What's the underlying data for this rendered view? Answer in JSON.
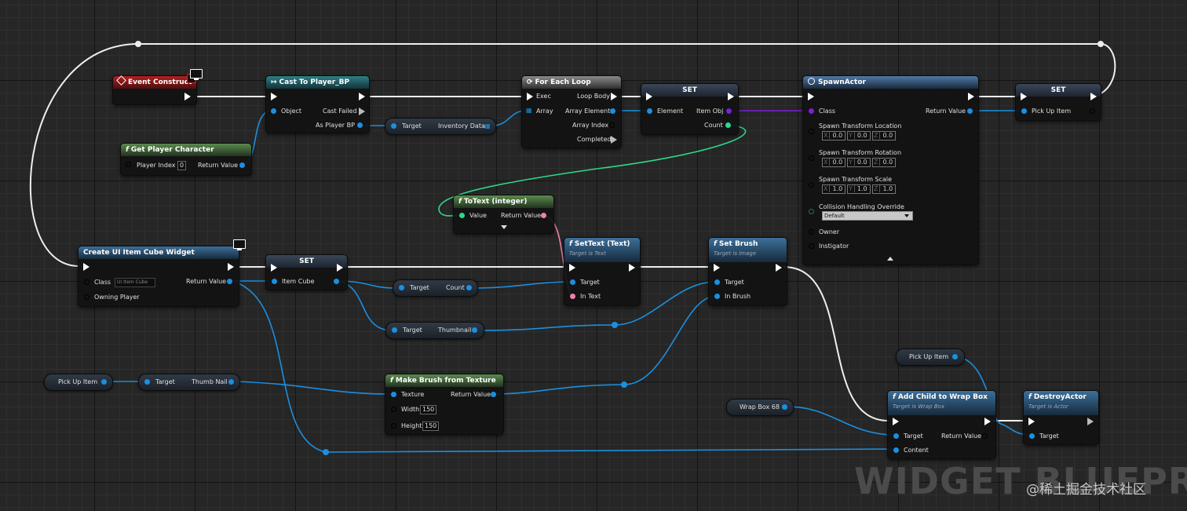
{
  "nodes": {
    "event_construct": {
      "title": "Event Construct"
    },
    "cast_to_player": {
      "title": "Cast To Player_BP",
      "object": "Object",
      "cast_failed": "Cast Failed",
      "as_player": "As Player BP"
    },
    "get_player_character": {
      "title": "Get Player Character",
      "player_index": "Player Index",
      "player_index_value": "0",
      "return_value": "Return Value"
    },
    "get_inventory": {
      "target": "Target",
      "output": "Inventory Data"
    },
    "for_each_loop": {
      "title": "For Each Loop",
      "exec": "Exec",
      "loop_body": "Loop Body",
      "array": "Array",
      "array_element": "Array Element",
      "array_index": "Array Index",
      "completed": "Completed"
    },
    "set_item_obj": {
      "title": "SET",
      "element": "Element",
      "item_obj": "Item Obj",
      "count": "Count"
    },
    "spawn_actor": {
      "title": "SpawnActor",
      "class": "Class",
      "return_value": "Return Value",
      "location": {
        "label": "Spawn Transform Location",
        "x": "0.0",
        "y": "0.0",
        "z": "0.0"
      },
      "rotation": {
        "label": "Spawn Transform Rotation",
        "x": "0.0",
        "y": "0.0",
        "z": "0.0"
      },
      "scale": {
        "label": "Spawn Transform Scale",
        "x": "1.0",
        "y": "1.0",
        "z": "1.0"
      },
      "collision": {
        "label": "Collision Handling Override",
        "value": "Default"
      },
      "owner": "Owner",
      "instigator": "Instigator"
    },
    "set_pickup": {
      "title": "SET",
      "pin": "Pick Up Item"
    },
    "to_text": {
      "title": "ToText (integer)",
      "value": "Value",
      "return_value": "Return Value"
    },
    "create_widget": {
      "title": "Create UI Item Cube Widget",
      "class": "Class",
      "class_value": "UI Item Cube",
      "return_value": "Return Value",
      "owning_player": "Owning Player"
    },
    "set_item_cube": {
      "title": "SET",
      "pin": "Item Cube"
    },
    "get_count": {
      "target": "Target",
      "output": "Count"
    },
    "set_text": {
      "title": "SetText (Text)",
      "subtitle": "Target is Text",
      "target": "Target",
      "in_text": "In Text"
    },
    "set_brush": {
      "title": "Set Brush",
      "subtitle": "Target is Image",
      "target": "Target",
      "in_brush": "In Brush"
    },
    "get_thumbnail": {
      "target": "Target",
      "output": "Thumbnail"
    },
    "pickup_var_1": {
      "label": "Pick Up Item"
    },
    "get_thumb_nail": {
      "target": "Target",
      "output": "Thumb Nail"
    },
    "make_brush": {
      "title": "Make Brush from Texture",
      "texture": "Texture",
      "return_value": "Return Value",
      "width": "Width",
      "width_value": "150",
      "height": "Height",
      "height_value": "150"
    },
    "pickup_var_2": {
      "label": "Pick Up Item"
    },
    "wrap_box_var": {
      "label": "Wrap Box 68"
    },
    "add_child": {
      "title": "Add Child to Wrap Box",
      "subtitle": "Target is Wrap Box",
      "target": "Target",
      "return_value": "Return Value",
      "content": "Content"
    },
    "destroy_actor": {
      "title": "DestroyActor",
      "subtitle": "Target is Actor",
      "target": "Target"
    }
  },
  "axes": {
    "x": "X",
    "y": "Y",
    "z": "Z"
  },
  "watermark": "WIDGET BLUEPRIN",
  "credit": "@稀土掘金技术社区",
  "colors": {
    "exec": "#ffffff",
    "object": "#1b8fe0",
    "class": "#7a1fd6",
    "integer": "#2bd98a",
    "text": "#f07fb0",
    "vector": "#e9b23a",
    "rotator": "#aaaaee"
  },
  "icons": [
    "event-icon",
    "cast-icon",
    "function-icon",
    "loop-icon",
    "spawn-icon",
    "widget-monitor-icon"
  ]
}
